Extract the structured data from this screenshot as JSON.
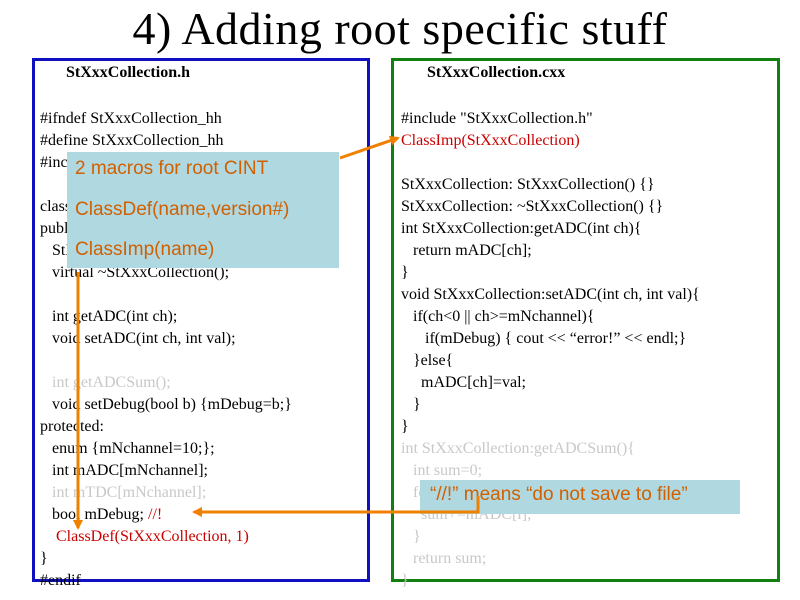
{
  "slide": {
    "title": "4) Adding root specific stuff"
  },
  "left_panel": {
    "filename": "StXxxCollection.h",
    "lines": [
      {
        "text": "#ifndef StXxxCollection_hh",
        "style": "normal"
      },
      {
        "text": "#define StXxxCollection_hh",
        "style": "normal"
      },
      {
        "text": "#include \"TObject.h\"",
        "style": "normal"
      },
      {
        "text": "",
        "style": "normal"
      },
      {
        "text": "class StXxxCollection : public TObject {",
        "style": "normal"
      },
      {
        "text": "public:",
        "style": "normal"
      },
      {
        "text": "   StXxxCollection();",
        "style": "normal"
      },
      {
        "text": "   virtual ~StXxxCollection();",
        "style": "normal"
      },
      {
        "text": "",
        "style": "normal"
      },
      {
        "text": "   int getADC(int ch);",
        "style": "normal"
      },
      {
        "text": "   void setADC(int ch, int val);",
        "style": "normal"
      },
      {
        "text": "",
        "style": "normal"
      },
      {
        "text": "   int getADCSum();",
        "style": "faded"
      },
      {
        "text": "   void setDebug(bool b) {mDebug=b;}",
        "style": "normal"
      },
      {
        "text": "protected:",
        "style": "normal"
      },
      {
        "text": "   enum {mNchannel=10;};",
        "style": "normal"
      },
      {
        "text": "   int mADC[mNchannel];",
        "style": "normal"
      },
      {
        "text": "   int mTDC[mNchannel];",
        "style": "faded"
      },
      {
        "text": "   bool mDebug; //!",
        "style": "mixed",
        "prefix": "   bool mDebug; ",
        "suffix": "//!"
      },
      {
        "text": "    ClassDef(StXxxCollection, 1)",
        "style": "red"
      },
      {
        "text": "}",
        "style": "normal"
      },
      {
        "text": "#endif",
        "style": "normal"
      }
    ]
  },
  "right_panel": {
    "filename": "StXxxCollection.cxx",
    "lines": [
      {
        "text": "#include \"StXxxCollection.h\"",
        "style": "normal"
      },
      {
        "text": "ClassImp(StXxxCollection)",
        "style": "red"
      },
      {
        "text": "",
        "style": "normal"
      },
      {
        "text": "StXxxCollection: StXxxCollection() {}",
        "style": "normal"
      },
      {
        "text": "StXxxCollection: ~StXxxCollection() {}",
        "style": "normal"
      },
      {
        "text": "int StXxxCollection:getADC(int ch){",
        "style": "normal"
      },
      {
        "text": "   return mADC[ch];",
        "style": "normal"
      },
      {
        "text": "}",
        "style": "normal"
      },
      {
        "text": "void StXxxCollection:setADC(int ch, int val){",
        "style": "normal"
      },
      {
        "text": "   if(ch<0 || ch>=mNchannel){",
        "style": "normal"
      },
      {
        "text": "      if(mDebug) { cout << “error!” << endl;}",
        "style": "normal"
      },
      {
        "text": "   }else{",
        "style": "normal"
      },
      {
        "text": "     mADC[ch]=val;",
        "style": "normal"
      },
      {
        "text": "   }",
        "style": "normal"
      },
      {
        "text": "}",
        "style": "normal"
      },
      {
        "text": "int StXxxCollection:getADCSum(){",
        "style": "faded"
      },
      {
        "text": "   int sum=0;",
        "style": "faded"
      },
      {
        "text": "   for(int i=0; i<mNchannel; i++){",
        "style": "faded"
      },
      {
        "text": "     sum+=mADC[i];",
        "style": "faded"
      },
      {
        "text": "   }",
        "style": "faded"
      },
      {
        "text": "   return sum;",
        "style": "faded"
      },
      {
        "text": "}",
        "style": "faded"
      }
    ]
  },
  "callouts": {
    "macros": {
      "line1": "2 macros for root CINT",
      "line2": "ClassDef(name,version#)",
      "line3": "ClassImp(name)"
    },
    "comment": {
      "text": "“//!” means “do not save to file”"
    }
  },
  "colors": {
    "left_border": "#1010c0",
    "right_border": "#108010",
    "callout_bg": "#b0d8e0",
    "callout_text": "#d06000",
    "arrow": "#f08000",
    "code_red": "#cc0000",
    "code_faded": "#c8c8c8"
  }
}
